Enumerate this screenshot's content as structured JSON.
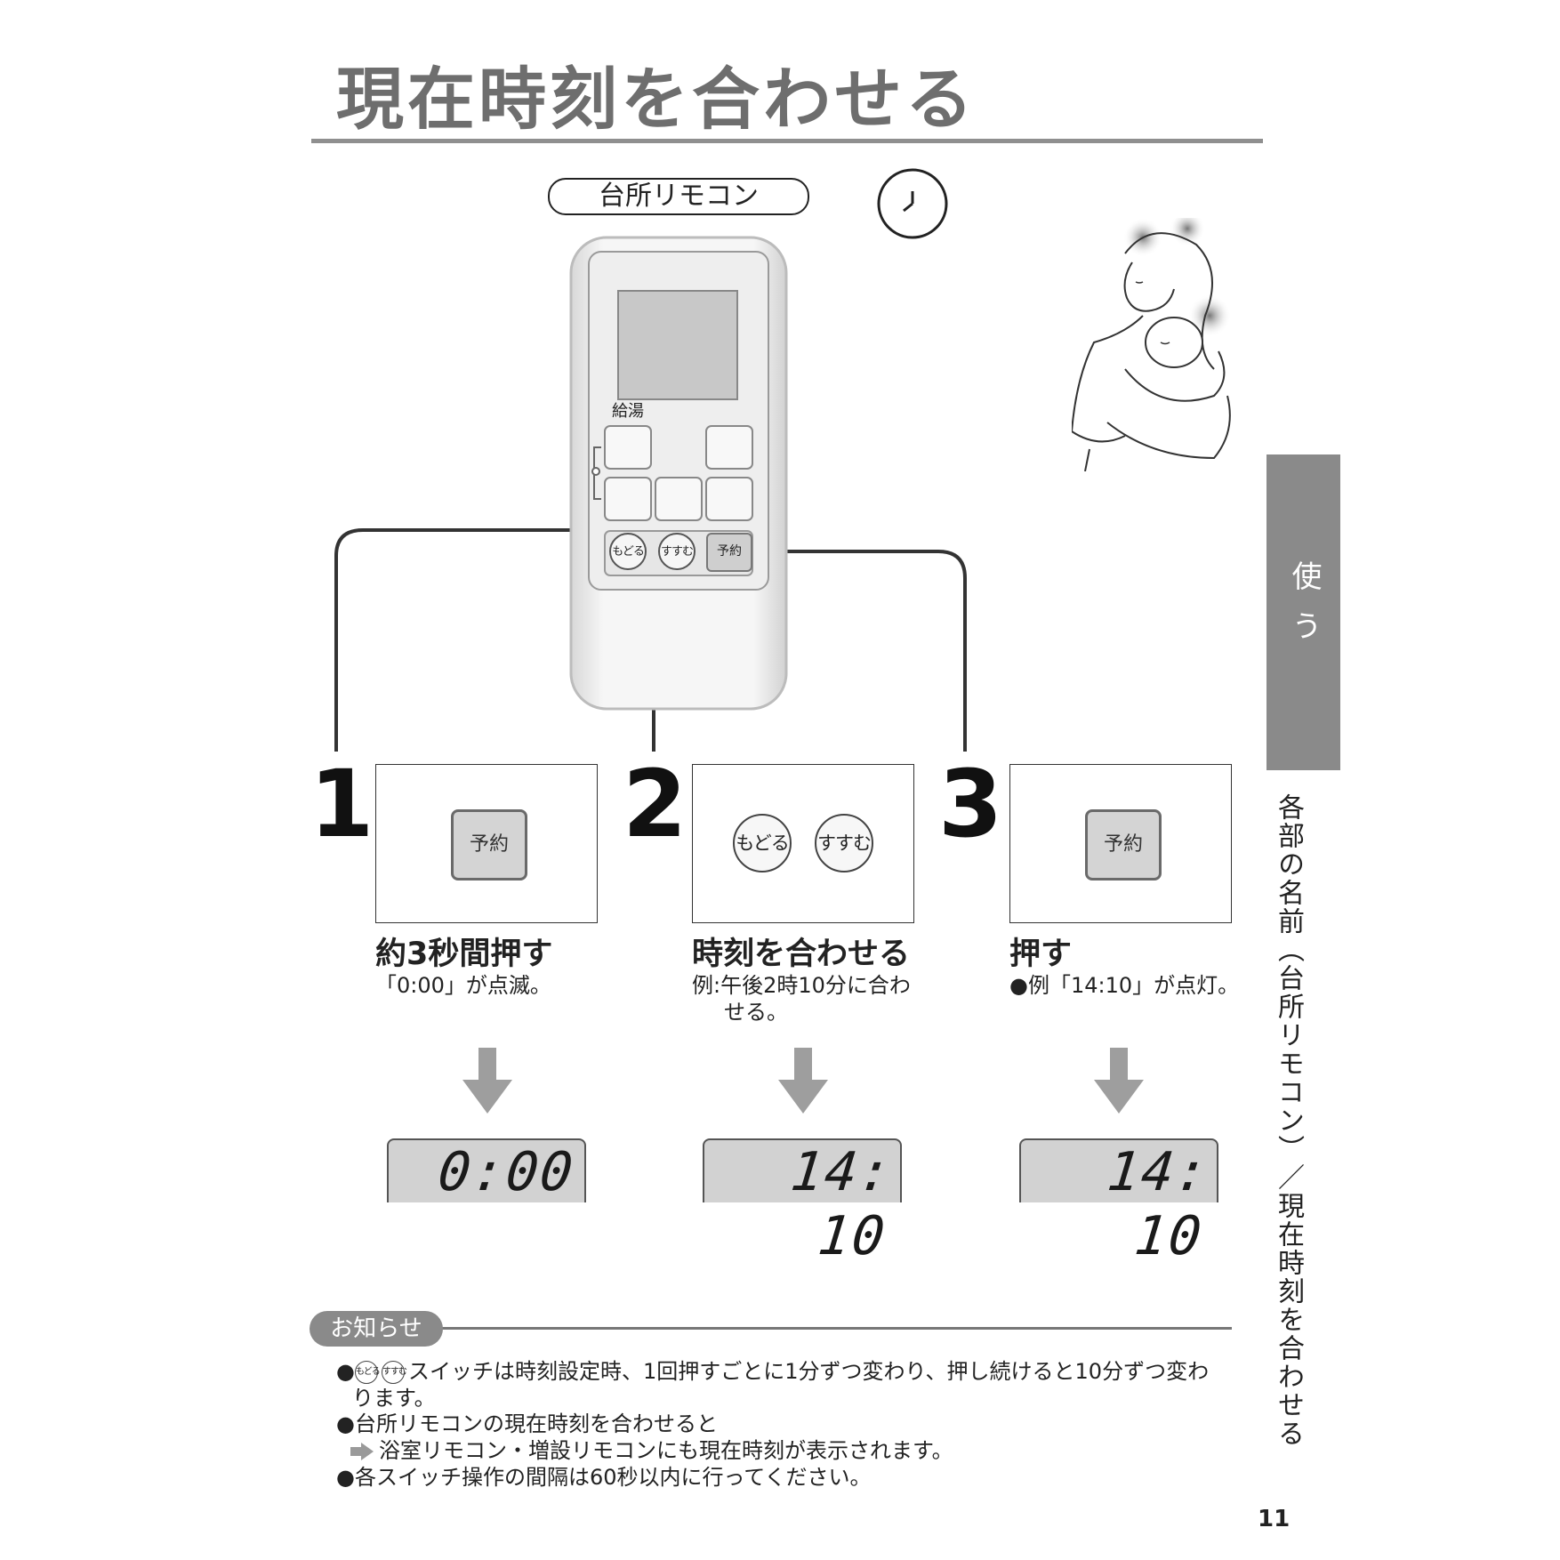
{
  "page": {
    "title": "現在時刻を合わせる",
    "page_number": "11"
  },
  "remote": {
    "label": "台所リモコン",
    "kyuto_label": "給湯",
    "btn_modoru": "もどる",
    "btn_susumu": "すすむ",
    "btn_yoyaku": "予約"
  },
  "side": {
    "tab": "使う",
    "section": "各部の名前（台所リモコン）／現在時刻を合わせる"
  },
  "steps": [
    {
      "number": "1",
      "button": "予約",
      "heading": "約3秒間押す",
      "desc": "「0:00」が点滅。",
      "display": "0:00"
    },
    {
      "number": "2",
      "buttons": [
        "もどる",
        "すすむ"
      ],
      "heading": "時刻を合わせる",
      "desc_line1": "例:午後2時10分に合わ",
      "desc_line2": "せる。",
      "display": "14: 10"
    },
    {
      "number": "3",
      "button": "予約",
      "heading": "押す",
      "desc": "●例「14:10」が点灯。",
      "display": "14: 10"
    }
  ],
  "notice": {
    "badge": "お知らせ",
    "icon_modoru": "もどる",
    "icon_susumu": "すすむ",
    "line1": "スイッチは時刻設定時、1回押すごとに1分ずつ変わり、押し続けると10分ずつ変わ",
    "line1_cont": "ります。",
    "line2": "●台所リモコンの現在時刻を合わせると",
    "line3": "浴室リモコン・増設リモコンにも現在時刻が表示されます。",
    "line4": "●各スイッチ操作の間隔は60秒以内に行ってください。"
  }
}
